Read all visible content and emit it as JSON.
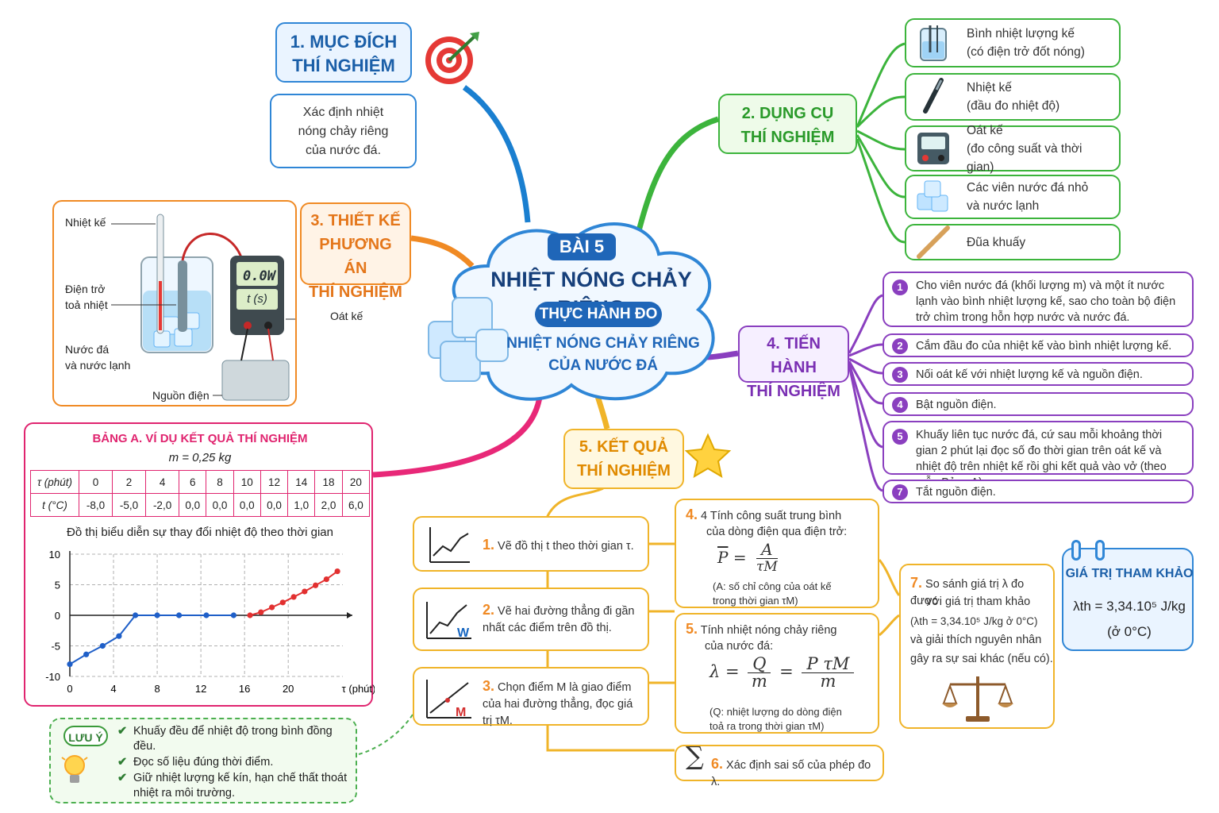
{
  "center": {
    "lesson": "BÀI 5",
    "title": "NHIỆT NÓNG CHẢY RIÊNG",
    "subtitle": "THỰC HÀNH ĐO",
    "subtitle2_line1": "NHIỆT NÓNG CHẢY RIÊNG",
    "subtitle2_line2": "CỦA NƯỚC ĐÁ"
  },
  "purpose": {
    "title_line1": "1. MỤC ĐÍCH",
    "title_line2": "THÍ NGHIỆM",
    "desc_line1": "Xác định nhiệt",
    "desc_line2": "nóng chảy riêng",
    "desc_line3": "của nước đá."
  },
  "tools": {
    "title_line1": "2. DỤNG CỤ",
    "title_line2": "THÍ NGHIỆM",
    "items": [
      {
        "line1": "Bình nhiệt lượng kế",
        "line2": "(có điện trở đốt nóng)",
        "icon": "calorimeter-icon"
      },
      {
        "line1": "Nhiệt kế",
        "line2": "(đầu đo nhiệt độ)",
        "icon": "thermometer-icon"
      },
      {
        "line1": "Oát kế",
        "line2": "(đo công suất và thời gian)",
        "icon": "wattmeter-icon"
      },
      {
        "line1": "Các viên nước đá nhỏ",
        "line2": "và nước lạnh",
        "icon": "ice-cubes-icon"
      },
      {
        "line1": "Đũa khuấy",
        "line2": "",
        "icon": "stirring-rod-icon"
      }
    ]
  },
  "design": {
    "title_line1": "3. THIẾT KẾ",
    "title_line2": "PHƯƠNG ÁN",
    "title_line3": "THÍ NGHIỆM",
    "labels": {
      "thermometer": "Nhiệt kế",
      "resistor_line1": "Điện trở",
      "resistor_line2": "toả nhiệt",
      "ice_line1": "Nước đá",
      "ice_line2": "và nước lạnh",
      "power": "Nguồn điện",
      "wattmeter": "Oát kế",
      "display_top": "0.0W",
      "display_bottom": "t (s)"
    }
  },
  "procedure": {
    "title_line1": "4. TIẾN HÀNH",
    "title_line2": "THÍ NGHIỆM",
    "steps": [
      {
        "num": "1",
        "text": "Cho viên nước đá (khối lượng m) và một ít nước lạnh vào bình nhiệt lượng kế, sao cho toàn bộ điện trở chìm trong hỗn hợp nước và nước đá."
      },
      {
        "num": "2",
        "text": "Cắm đầu đo của nhiệt kế vào bình nhiệt lượng kế."
      },
      {
        "num": "3",
        "text": "Nối oát kế với nhiệt lượng kế và nguồn điện."
      },
      {
        "num": "4",
        "text": "Bật nguồn điện."
      },
      {
        "num": "5",
        "text": "Khuấy liên tục nước đá, cứ sau mỗi khoảng thời gian 2 phút lại đọc số đo thời gian trên oát kế và nhiệt độ trên nhiệt kế rồi ghi kết quả vào vở (theo mẫu Bảng A)."
      },
      {
        "num": "7",
        "text": "Tắt nguồn điện."
      }
    ]
  },
  "results": {
    "title_line1": "5. KẾT QUẢ",
    "title_line2": "THÍ NGHIỆM",
    "items": [
      {
        "num": "1.",
        "text": "Vẽ đồ thị t theo thời gian τ."
      },
      {
        "num": "2.",
        "text": "Vẽ hai đường thẳng đi gần nhất các điểm trên đồ thị."
      },
      {
        "num": "3.",
        "text": "Chọn điểm M là giao điểm của hai đường thẳng, đọc giá trị τM."
      }
    ],
    "power": {
      "num": "4.",
      "text_line1": "4 Tính công suất trung bình",
      "text_line2": "của dòng điện qua điện trở:",
      "formula_lhs": "P",
      "formula_num": "A",
      "formula_den": "τM",
      "note_line1": "(A: số chỉ công của oát kế",
      "note_line2": "trong thời gian τM)"
    },
    "heat": {
      "num": "5.",
      "text_line1": "Tính nhiệt nóng chảy riêng",
      "text_line2": "của nước đá:",
      "formula_lhs": "λ",
      "f1_num": "Q",
      "f1_den": "m",
      "f2_num": "P τM",
      "f2_den": "m",
      "note_line1": "(Q: nhiệt lượng do dòng điện",
      "note_line2": "toả ra trong thời gian τM)"
    },
    "error": {
      "num": "6.",
      "text": "Xác định sai số của phép đo λ."
    },
    "compare": {
      "num": "7.",
      "text_line1": "So sánh giá trị λ đo được",
      "text_line2": "với giá trị tham khảo",
      "text_line3": "(λth = 3,34.10⁵ J/kg ở 0°C)",
      "text_line4": "và giải thích nguyên nhân",
      "text_line5": "gây ra sự sai khác (nếu có)."
    }
  },
  "reference": {
    "title": "GIÁ TRỊ THAM KHẢO",
    "value": "λth = 3,34.10⁵ J/kg",
    "condition": "(ở 0°C)"
  },
  "table": {
    "title": "BẢNG A. VÍ DỤ KẾT QUẢ THÍ NGHIỆM",
    "mass": "m = 0,25 kg",
    "row1_label": "τ (phút)",
    "row2_label": "t (°C)",
    "tau": [
      "0",
      "2",
      "4",
      "6",
      "8",
      "10",
      "12",
      "14",
      "18",
      "20"
    ],
    "temp": [
      "-8,0",
      "-5,0",
      "-2,0",
      "0,0",
      "0,0",
      "0,0",
      "0,0",
      "1,0",
      "2,0",
      "6,0"
    ]
  },
  "chart_data": {
    "type": "line",
    "title": "Đồ thị biểu diễn sự thay đổi nhiệt độ theo thời gian",
    "xlabel": "τ (phút)",
    "ylabel": "",
    "xlim": [
      0,
      25
    ],
    "ylim": [
      -10,
      10
    ],
    "xticks": [
      "0",
      "4",
      "8",
      "12",
      "16",
      "20"
    ],
    "yticks": [
      "10",
      "5",
      "0",
      "-5",
      "-10"
    ],
    "grid": true,
    "series": [
      {
        "color": "#1f5fc8",
        "x": [
          0,
          1.5,
          3,
          4.5,
          6,
          8,
          10,
          12.5,
          15
        ],
        "y": [
          -8,
          -6.4,
          -5,
          -3.4,
          0,
          0,
          0,
          0,
          0
        ]
      },
      {
        "color": "#e23030",
        "x": [
          16.5,
          17.5,
          18.5,
          19.5,
          20.5,
          21.5,
          22.5,
          23.5,
          24.5
        ],
        "y": [
          0,
          0.5,
          1.3,
          2.1,
          3,
          3.9,
          4.9,
          5.9,
          7.2
        ]
      }
    ]
  },
  "notes": {
    "title": "LƯU Ý",
    "items": [
      "Khuấy đều để nhiệt độ trong bình đồng đều.",
      "Đọc số liệu đúng thời điểm.",
      "Giữ nhiệt lượng kế kín, hạn chế thất thoát nhiệt ra môi trường."
    ]
  },
  "colors": {
    "blue": "#2f86d6",
    "green": "#3cb43c",
    "orange": "#f08a24",
    "purple": "#8a3fbf",
    "yellow": "#f0b429",
    "pink": "#e0246f"
  }
}
